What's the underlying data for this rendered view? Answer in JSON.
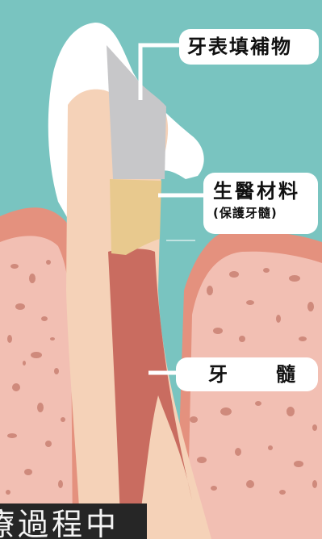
{
  "colors": {
    "background": "#79c4c0",
    "crown": "#ffffff",
    "dentin": "#f5d2b8",
    "filling": "#c7c7c9",
    "bio_material": "#e8c98e",
    "pulp": "#c96c60",
    "gum": "#e4917e",
    "bone": "#f2bfb3",
    "bone_pores": "#cf8a7c",
    "caption_bg": "#262626"
  },
  "labels": {
    "filling": "牙表填補物",
    "bio_material": "生醫材料",
    "bio_material_note": "(保護牙髓)",
    "pulp_char_1": "牙",
    "pulp_char_2": "髓"
  },
  "caption": "療過程中"
}
